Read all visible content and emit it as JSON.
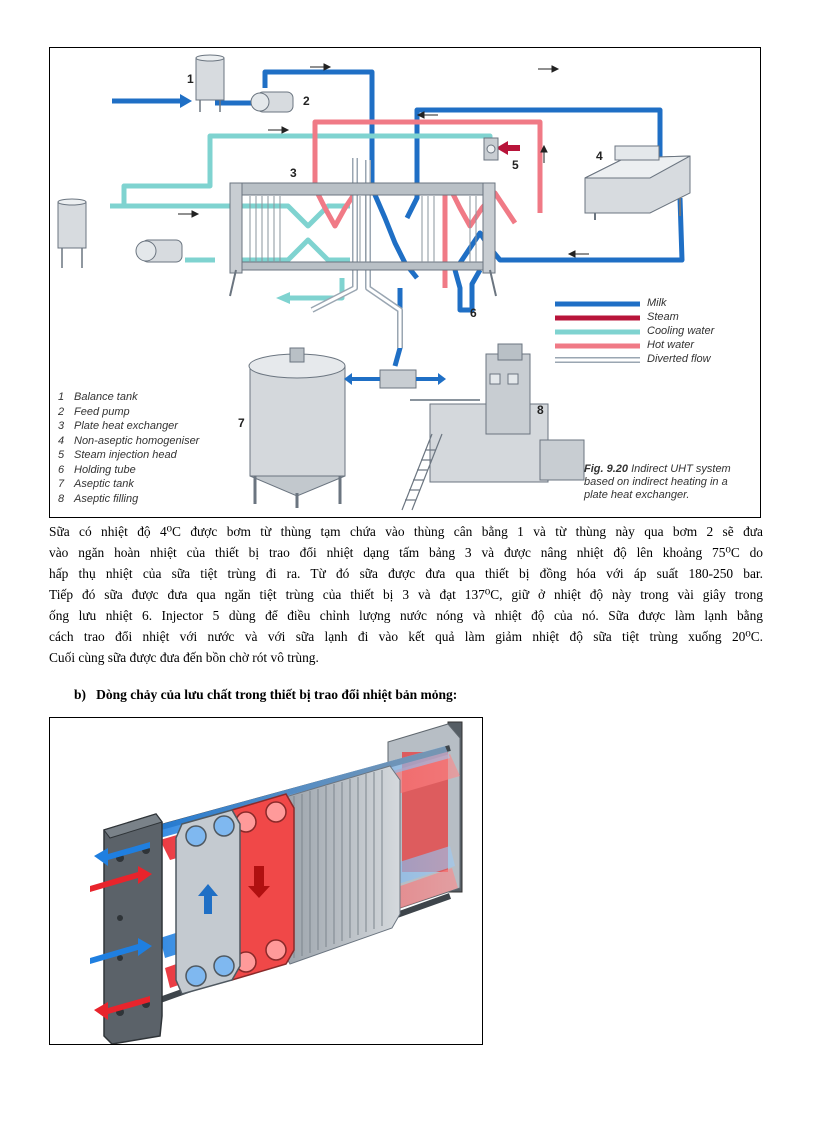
{
  "figure1": {
    "unit_numbers": [
      "1",
      "2",
      "3",
      "4",
      "5",
      "6",
      "7",
      "8"
    ],
    "legend_items": [
      {
        "num": "1",
        "label": "Balance tank"
      },
      {
        "num": "2",
        "label": "Feed pump"
      },
      {
        "num": "3",
        "label": "Plate heat exchanger"
      },
      {
        "num": "4",
        "label": "Non-aseptic homogeniser"
      },
      {
        "num": "5",
        "label": "Steam injection head"
      },
      {
        "num": "6",
        "label": "Holding tube"
      },
      {
        "num": "7",
        "label": "Aseptic tank"
      },
      {
        "num": "8",
        "label": "Aseptic filling"
      }
    ],
    "key": [
      {
        "label": "Milk",
        "color": "#1f6fc5"
      },
      {
        "label": "Steam",
        "color": "#b8143a"
      },
      {
        "label": "Cooling water",
        "color": "#7fd3d0"
      },
      {
        "label": "Hot water",
        "color": "#f07a86"
      },
      {
        "label": "Diverted flow",
        "color": "#ffffff"
      }
    ],
    "caption_fig": "Fig. 9.20",
    "caption_line1": "Indirect UHT system",
    "caption_line2": "based on indirect heating in a",
    "caption_line3": "plate heat exchanger."
  },
  "paragraph": {
    "lines": [
      "Sữa có nhiệt  độ 4⁰C được bơm từ thùng  tạm chứa vào thùng  cân bằng 1 và từ thùng  này qua bơm 2  sẽ đưa",
      "vào ngăn hoàn nhiệt của thiết bị trao đổi nhiệt dạng tấm bảng 3 và được nâng nhiệt  độ lên khoảng 75⁰C do",
      "hấp thụ nhiệt  của sữa tiệt trùng  đi ra. Từ đó sữa được đưa qua thiết bị đồng hóa với áp suất  180-250 bar.",
      "Tiếp  đó sữa được đưa qua ngăn tiệt trùng  của thiết  bị 3 và đạt 137⁰C, giữ ở nhiệt  độ này trong vài giây trong",
      "ống lưu nhiệt 6. Injector 5 dùng để điều chỉnh lượng nước nóng và nhiệt độ của nó. Sữa được làm lạnh bằng",
      "cách trao đổi nhiệt với nước và với sữa lạnh đi vào kết quả làm giảm nhiệt  độ sữa tiệt trùng  xuống  20⁰C.",
      "Cuối cùng sữa được đưa đến bồn chờ rót vô trùng."
    ]
  },
  "section_heading": {
    "marker": "b)",
    "text": "Dòng chảy của lưu chất trong thiết bị trao đổi nhiệt bản mỏng:"
  },
  "colors": {
    "milk": "#1f6fc5",
    "steam": "#b8143a",
    "cooling_water": "#7fd3d0",
    "hot_water": "#f07a86",
    "equipment": "#c8cdd2",
    "hot_flow": "#e8242c",
    "cold_flow": "#1f7fe0"
  }
}
